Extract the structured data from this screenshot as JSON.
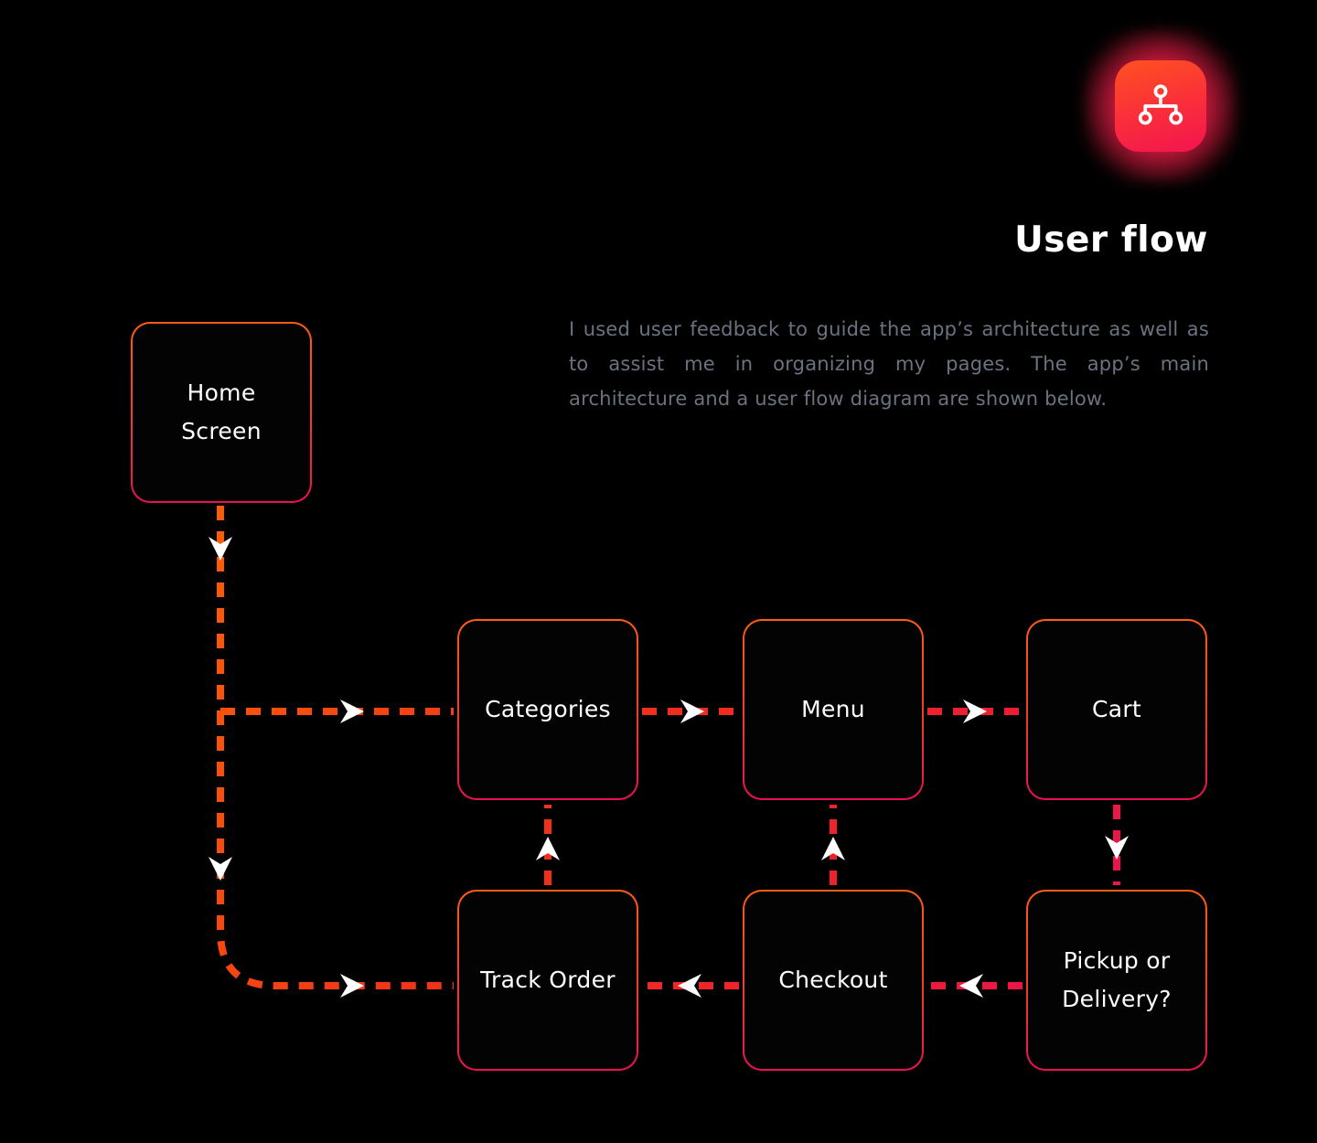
{
  "header": {
    "title": "User flow",
    "icon": "sitemap-icon",
    "icon_gradient": [
      "#FF5120",
      "#F3144F"
    ],
    "icon_glow_color": "#F71E4A"
  },
  "intro": {
    "text": "I used user feedback to guide the app’s architecture as well as to assist me in organizing my pages. The app’s main architecture and a user flow diagram are shown below."
  },
  "colors": {
    "background": "#000000",
    "node_text": "#FFFFFF",
    "paragraph_text": "#6B7280",
    "node_border_top": "#FF5C15",
    "node_border_bottom": "#EB0F55",
    "line_gradient_start": "#FF6205",
    "line_gradient_end": "#EB0D5F",
    "arrowhead": "#FFFFFF"
  },
  "flow": {
    "nodes": [
      {
        "id": "home-screen",
        "label": "Home Screen"
      },
      {
        "id": "categories",
        "label": "Categories"
      },
      {
        "id": "menu",
        "label": "Menu"
      },
      {
        "id": "cart",
        "label": "Cart"
      },
      {
        "id": "track-order",
        "label": "Track Order"
      },
      {
        "id": "checkout",
        "label": "Checkout"
      },
      {
        "id": "pickup-delivery",
        "label": "Pickup or Delivery?"
      }
    ],
    "edges": [
      {
        "from": "home-screen",
        "to": "categories",
        "style": "dashed"
      },
      {
        "from": "home-screen",
        "to": "track-order",
        "style": "dashed"
      },
      {
        "from": "categories",
        "to": "menu",
        "style": "dashed"
      },
      {
        "from": "menu",
        "to": "cart",
        "style": "dashed"
      },
      {
        "from": "cart",
        "to": "pickup-delivery",
        "style": "dashed"
      },
      {
        "from": "pickup-delivery",
        "to": "checkout",
        "style": "dashed"
      },
      {
        "from": "checkout",
        "to": "track-order",
        "style": "dashed"
      },
      {
        "from": "checkout",
        "to": "menu",
        "style": "dashed"
      },
      {
        "from": "track-order",
        "to": "categories",
        "style": "dashed"
      }
    ]
  }
}
